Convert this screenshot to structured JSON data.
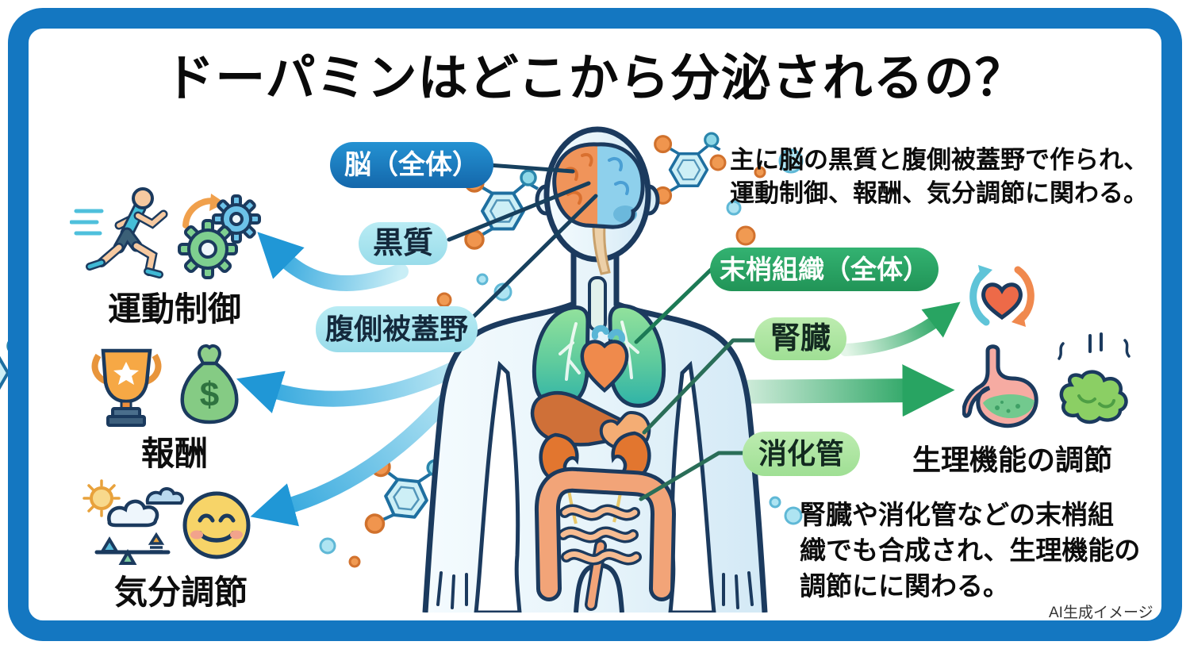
{
  "title": "ドーパミンはどこから分泌されるの？",
  "credit": "AI生成イメージ",
  "source_labels": {
    "brain_whole": "脳（全体）",
    "substantia_nigra": "黒質",
    "ventral_tegmental_area": "腹側被蓋野",
    "peripheral_whole": "末梢組織（全体）",
    "kidney": "腎臓",
    "digestive_tract": "消化管"
  },
  "functions": {
    "motor_control": "運動制御",
    "reward": "報酬",
    "mood_regulation": "気分調節",
    "physiological_regulation": "生理機能の調節"
  },
  "notes": {
    "brain_line1": "主に脳の黒質と腹側被蓋野で作られ、",
    "brain_line2": "運動制御、報酬、気分調節に関わる。",
    "peripheral_line1": "腎臓や消化管などの末梢組",
    "peripheral_line2": "織でも合成され、生理機能の",
    "peripheral_line3": "調節にに関わる。"
  },
  "icons": {
    "money_bag_symbol": "$",
    "list": [
      "running-person-icon",
      "gears-icon",
      "trophy-icon",
      "money-bag-icon",
      "weather-balance-icon",
      "smiley-face-icon",
      "circulation-heart-icon",
      "stomach-icon",
      "gut-blob-icon",
      "dopamine-molecule-icon",
      "human-body-illustration"
    ]
  },
  "colors": {
    "frame_blue": "#1477c1",
    "badge_brain_blue": "#1b7ec6",
    "badge_cyan": "#a9e3ee",
    "badge_green": "#2ca565",
    "badge_light_green": "#ace6a0",
    "arrow_blue": "#2aa0da",
    "arrow_green": "#28a462",
    "body_outline_navy": "#1b3a5e",
    "organ_orange": "#ef8a4c",
    "lung_green": "#5fcb9d"
  }
}
